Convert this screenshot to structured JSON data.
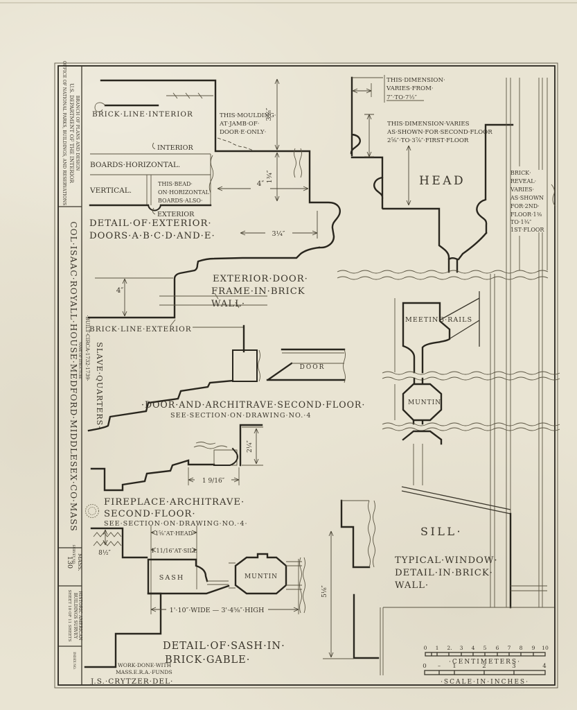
{
  "palette": {
    "paper": "#e9e4d3",
    "ink": "#39342a",
    "line": "#29261e"
  },
  "sheet": {
    "agency_line_office": "OFFICE OF NATIONAL PARKS, BUILDINGS, AND RESERVATIONS",
    "agency_line_dept": "U.S. DEPARTMENT OF THE INTERIOR",
    "agency_line_branch": "BRANCH OF PLANS AND DESIGN",
    "name_of_structure_label": "NAME OF STRUCTURE",
    "structure_title": "COL·ISAAC·ROYALL·HOUSE·MEDFORD·MIDDLESEX·CO·MASS",
    "survey_no_label": "SURVEY NO.",
    "survey_state": "MASS.",
    "survey_number": "130",
    "habs_line1": "HISTORIC AMERICAN",
    "habs_line2": "BUILDINGS SURVEY",
    "habs_sheet_line": "SHEET 10 OF 11 SHEETS",
    "index_no_label": "INDEX NO."
  },
  "structure_notes": {
    "slave_quarters": "SLAVE·QUARTERS·",
    "built_circa": "·BUILT·CIRCA·1732·1739·"
  },
  "door_detail": {
    "brick_line_interior": "BRICK·LINE·INTERIOR",
    "interior": "INTERIOR",
    "boards_horizontal": "BOARDS·HORIZONTAL.",
    "vertical": "VERTICAL.",
    "bead_note_1": "THIS·BEAD·",
    "bead_note_2": "ON·HORIZONTAL",
    "bead_note_3": "BOARDS·ALSO·",
    "exterior": "EXTERIOR",
    "moulding_note_1": "THIS·MOULDING·",
    "moulding_note_2": "AT·JAMB·OF·",
    "moulding_note_3": "DOOR·E·ONLY·",
    "title_1": "DETAIL·OF·EXTERIOR·",
    "title_2": "DOORS·A·B·C·D·AND·E·",
    "dim_3_5_8": "3⅝″",
    "dim_1_3_4": "1¾″",
    "dim_4": "4″",
    "dim_3_1_4": "3¼″"
  },
  "door_frame": {
    "title_1": "EXTERIOR·DOOR·",
    "title_2": "FRAME·IN·BRICK",
    "title_3": "WALL·",
    "dim_4": "4″",
    "brick_line_exterior": "BRICK·LINE·EXTERIOR"
  },
  "architrave": {
    "door": "DOOR",
    "title": "·DOOR·AND·ARCHITRAVE·SECOND·FLOOR·",
    "subtitle": "SEE·SECTION·ON·DRAWING·NO.·4"
  },
  "fireplace": {
    "dim_2_1_4": "2¼″",
    "dim_1_9_16": "1 9/16″",
    "title_1": "FIREPLACE·ARCHITRAVE·",
    "title_2": "SECOND·FLOOR·",
    "subtitle": "SEE·SECTION·ON·DRAWING·NO.·4·"
  },
  "sash": {
    "dim_8_1_2": "8½″",
    "dim_head": "1⅝″AT·HEAD",
    "dim_sill": "1 11/16″AT·SILL",
    "sash_label": "SASH",
    "muntin_label": "MUNTIN",
    "dim_overall": "1'·10″·WIDE — 3'·4⅝″·HIGH",
    "title_1": "DETAIL·OF·SASH·IN·",
    "title_2": "BRICK·GABLE·"
  },
  "window_section": {
    "dim_note_top_1": "THIS·DIMENSION·",
    "dim_note_top_2": "VARIES·FROM·",
    "dim_note_top_3": "7″·TO·7½″",
    "dim_note_mid_1": "THIS·DIMENSION·VARIES",
    "dim_note_mid_2": "AS·SHOWN·FOR·SECOND·FLOOR",
    "dim_note_mid_3": "2⅝″·TO·3⅞″·FIRST·FLOOR",
    "head": "HEAD",
    "reveal_1": "BRICK·",
    "reveal_2": "REVEAL·",
    "reveal_3": "VARIES·",
    "reveal_4": "AS·SHOWN",
    "reveal_5": "FOR·2ND·",
    "reveal_6": "FLOOR·1⅜",
    "reveal_7": "TO·1¾″",
    "reveal_8": "1ST·FLOOR",
    "meeting_rails": "MEETING·RAILS",
    "muntin": "MUNTIN",
    "sill": "SILL·",
    "title_1": "TYPICAL·WINDOW·",
    "title_2": "DETAIL·IN·BRICK·",
    "title_3": "WALL·",
    "dim_5_1_8": "5⅛″"
  },
  "scale_bar": {
    "cm_ticks": [
      "0",
      "1",
      "2.",
      "3",
      "4",
      "5",
      "6",
      "7",
      "8",
      "9",
      "10"
    ],
    "cm_label": "·CENTIMETERS·",
    "in_ticks": [
      "0",
      "1",
      "2",
      "3",
      "4"
    ],
    "in_half_mark": "–",
    "in_label": "·SCALE·IN·INCHES·"
  },
  "credits": {
    "work_note_1": "WORK·DONE·WITH",
    "work_note_2": "MASS.E.R.A.·FUNDS",
    "delineator": "J.S.·CRYTZER·DEL·"
  }
}
